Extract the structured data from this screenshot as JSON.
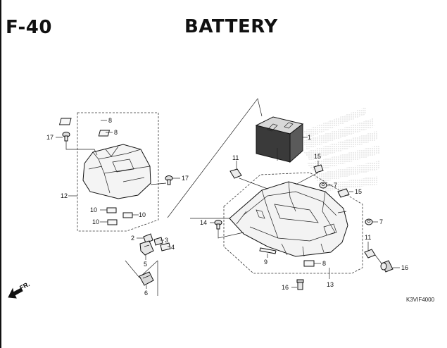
{
  "page": {
    "code": "F-40",
    "title": "BATTERY",
    "catalog_no": "K3VIF4000",
    "fr_label": "FR."
  },
  "callouts": [
    {
      "id": "c1",
      "number": "1"
    },
    {
      "id": "c2",
      "number": "2"
    },
    {
      "id": "c3",
      "number": "3"
    },
    {
      "id": "c4",
      "number": "4"
    },
    {
      "id": "c5",
      "number": "5"
    },
    {
      "id": "c6",
      "number": "6"
    },
    {
      "id": "c7a",
      "number": "7"
    },
    {
      "id": "c7b",
      "number": "7"
    },
    {
      "id": "c8a",
      "number": "8"
    },
    {
      "id": "c8b",
      "number": "8"
    },
    {
      "id": "c8c",
      "number": "8"
    },
    {
      "id": "c9",
      "number": "9"
    },
    {
      "id": "c10a",
      "number": "10"
    },
    {
      "id": "c10b",
      "number": "10"
    },
    {
      "id": "c10c",
      "number": "10"
    },
    {
      "id": "c11a",
      "number": "11"
    },
    {
      "id": "c11b",
      "number": "11"
    },
    {
      "id": "c12",
      "number": "12"
    },
    {
      "id": "c13",
      "number": "13"
    },
    {
      "id": "c14",
      "number": "14"
    },
    {
      "id": "c15a",
      "number": "15"
    },
    {
      "id": "c15b",
      "number": "15"
    },
    {
      "id": "c16a",
      "number": "16"
    },
    {
      "id": "c16b",
      "number": "16"
    },
    {
      "id": "c17a",
      "number": "17"
    },
    {
      "id": "c17b",
      "number": "17"
    }
  ],
  "colors": {
    "ink": "#111111",
    "battery_body": "#3a3a3a",
    "battery_top": "#d8d8d8",
    "watermark": "#b8b8b8"
  }
}
